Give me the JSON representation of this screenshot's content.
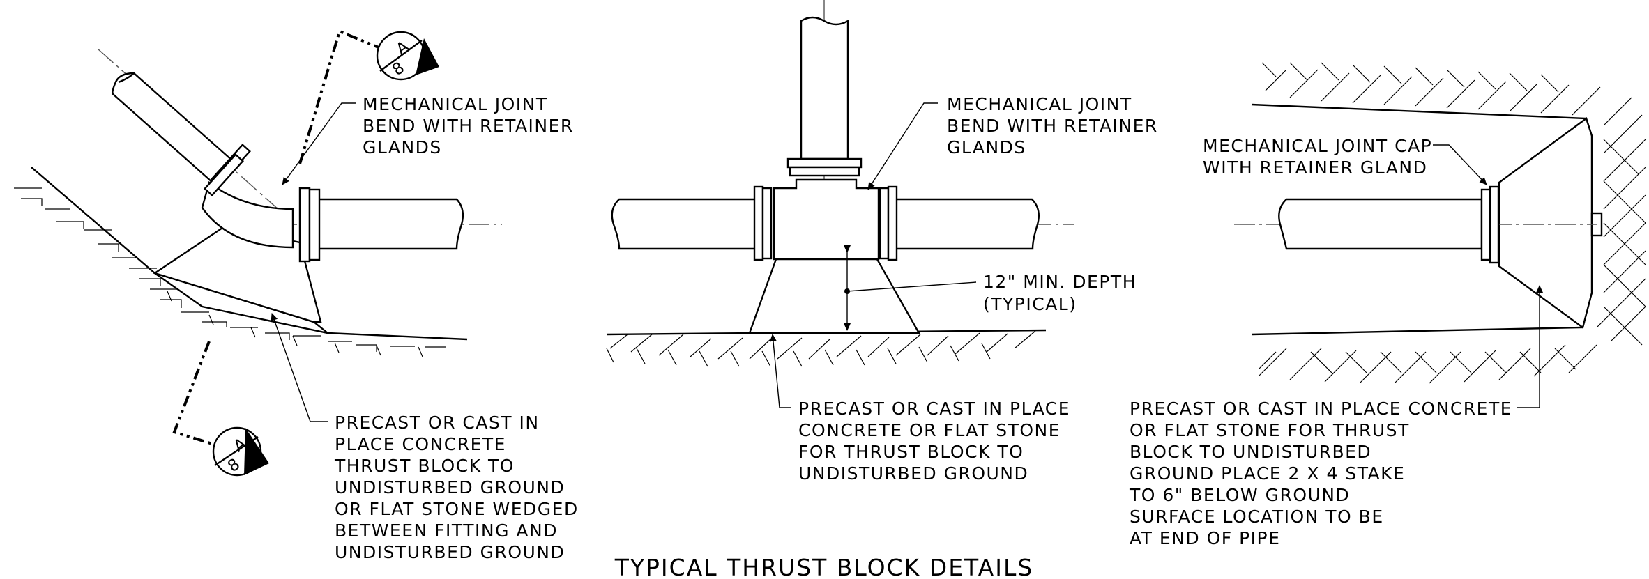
{
  "title": "TYPICAL THRUST BLOCK DETAILS",
  "section_marker": {
    "letter": "A",
    "sheet": "8"
  },
  "left_detail": {
    "joint_note": [
      "MECHANICAL JOINT",
      "BEND WITH RETAINER",
      "GLANDS"
    ],
    "block_note": [
      "PRECAST OR CAST IN",
      "PLACE CONCRETE",
      "THRUST BLOCK TO",
      "UNDISTURBED GROUND",
      "OR FLAT STONE WEDGED",
      "BETWEEN FITTING AND",
      "UNDISTURBED GROUND"
    ]
  },
  "center_detail": {
    "joint_note": [
      "MECHANICAL JOINT",
      "BEND WITH RETAINER",
      "GLANDS"
    ],
    "depth_note": [
      "12\" MIN. DEPTH",
      "(TYPICAL)"
    ],
    "block_note": [
      "PRECAST OR CAST IN PLACE",
      "CONCRETE OR FLAT STONE",
      "FOR THRUST BLOCK TO",
      "UNDISTURBED GROUND"
    ]
  },
  "right_detail": {
    "cap_note": [
      "MECHANICAL JOINT CAP",
      "WITH RETAINER GLAND"
    ],
    "block_note": [
      "PRECAST OR CAST IN PLACE CONCRETE",
      "OR FLAT STONE FOR THRUST",
      "BLOCK TO UNDISTURBED",
      "GROUND PLACE 2 X 4 STAKE",
      "TO 6\" BELOW GROUND",
      "SURFACE LOCATION TO BE",
      "AT END OF PIPE"
    ]
  }
}
